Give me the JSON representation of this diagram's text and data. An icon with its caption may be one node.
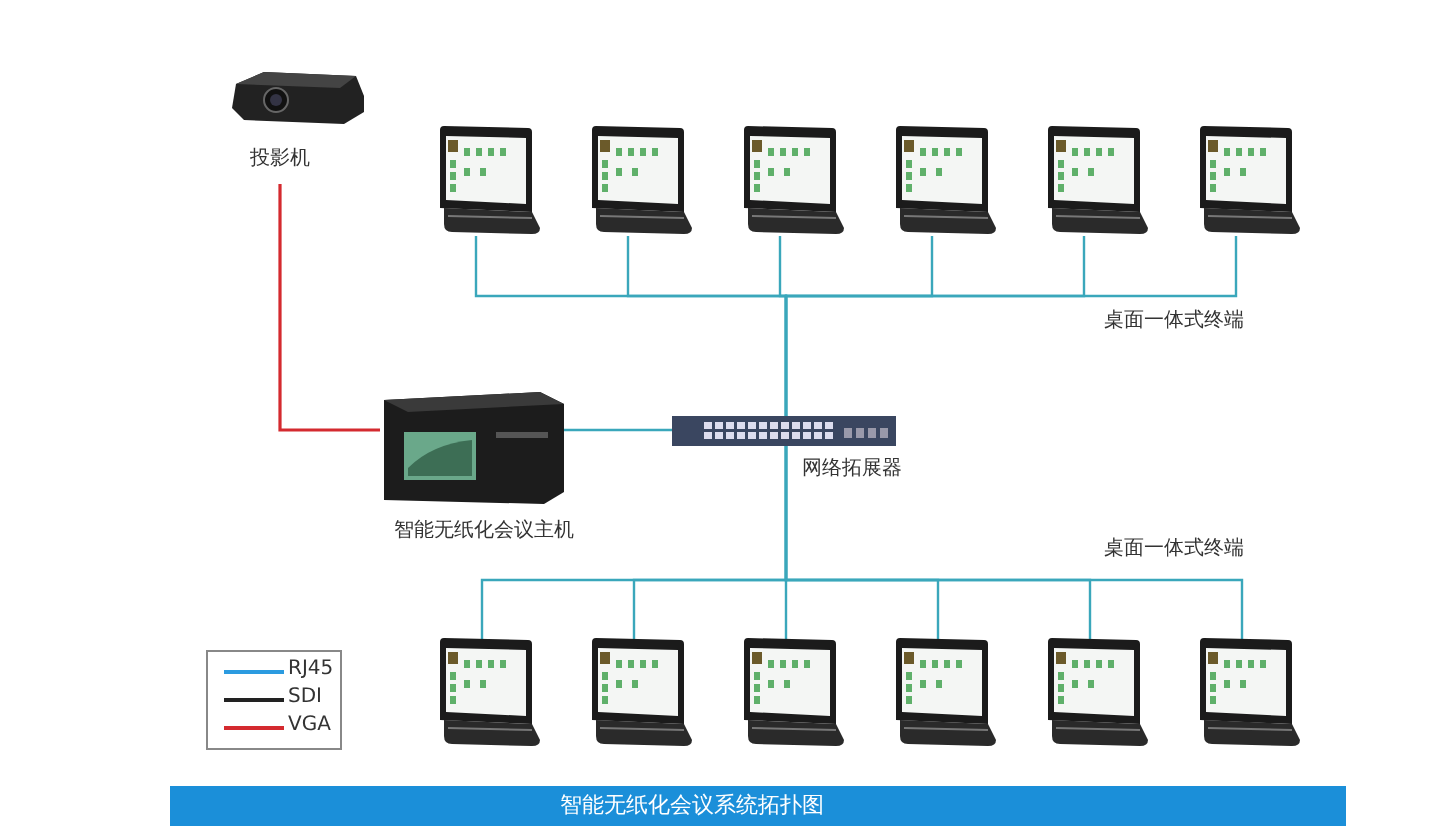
{
  "diagram": {
    "caption": "智能无纸化会议系统拓扑图",
    "nodes": [
      {
        "text": [
          "投影机"
        ]
      },
      {
        "text": [
          "智能无纸化会议主机"
        ]
      },
      {
        "text": [
          "网络拓展器"
        ]
      },
      {
        "text": [],
        "shape": "picture"
      },
      {
        "text": [],
        "shape": "picture"
      },
      {
        "text": [],
        "shape": "picture"
      },
      {
        "text": [],
        "shape": "picture"
      },
      {
        "text": [],
        "shape": "picture"
      },
      {
        "text": [],
        "shape": "picture"
      },
      {
        "text": [],
        "shape": "picture"
      },
      {
        "text": [],
        "shape": "picture"
      },
      {
        "text": [],
        "shape": "picture"
      },
      {
        "text": [],
        "shape": "picture"
      },
      {
        "text": [],
        "shape": "picture"
      },
      {
        "text": [],
        "shape": "picture"
      }
    ],
    "edges": [
      {
        "from": 0,
        "to": 1,
        "arrow": "none",
        "color": "#d42a2f"
      },
      {
        "from": 1,
        "to": 2,
        "arrow": "none"
      },
      {
        "from": 2,
        "to": 3,
        "arrow": "none"
      },
      {
        "from": 2,
        "to": 4,
        "arrow": "none"
      },
      {
        "from": 2,
        "to": 5,
        "arrow": "none"
      },
      {
        "from": 2,
        "to": 6,
        "arrow": "none"
      },
      {
        "from": 2,
        "to": 7,
        "arrow": "none"
      },
      {
        "from": 2,
        "to": 8,
        "arrow": "none"
      },
      {
        "from": 2,
        "to": 9,
        "arrow": "none"
      },
      {
        "from": 2,
        "to": 10,
        "arrow": "none"
      },
      {
        "from": 2,
        "to": 11,
        "arrow": "none"
      },
      {
        "from": 2,
        "to": 12,
        "arrow": "none"
      },
      {
        "from": 2,
        "to": 13,
        "arrow": "none"
      },
      {
        "from": 2,
        "to": 14,
        "arrow": "none"
      }
    ],
    "labels": [
      "桌面一体式终端",
      "桌面一体式终端"
    ],
    "legend": [
      {
        "text": "RJ45"
      },
      {
        "text": "SDI"
      },
      {
        "text": "VGA"
      }
    ]
  }
}
